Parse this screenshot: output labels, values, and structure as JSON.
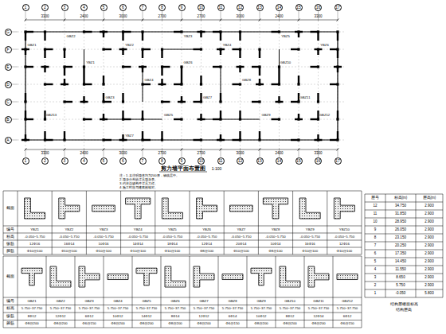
{
  "diagram": {
    "title": "剪力墙平面布置图",
    "nodes": [
      {
        "text": [
          "1"
        ]
      },
      {
        "text": [
          "2"
        ]
      },
      {
        "text": [
          "3"
        ]
      },
      {
        "text": [
          "4"
        ]
      },
      {
        "text": [
          "5"
        ]
      },
      {
        "text": [
          "6"
        ]
      },
      {
        "text": [
          "7"
        ]
      },
      {
        "text": [
          "8"
        ]
      },
      {
        "text": [
          "9"
        ]
      },
      {
        "text": [
          "10"
        ]
      },
      {
        "text": [
          "11"
        ]
      },
      {
        "text": [
          "12"
        ]
      },
      {
        "text": [
          "13"
        ]
      },
      {
        "text": [
          "14"
        ]
      },
      {
        "text": [
          "15"
        ]
      },
      {
        "text": [
          "16"
        ]
      },
      {
        "text": [
          "17"
        ]
      },
      {
        "text": [
          "1"
        ]
      },
      {
        "text": [
          "2"
        ]
      },
      {
        "text": [
          "3"
        ]
      },
      {
        "text": [
          "4"
        ]
      },
      {
        "text": [
          "5"
        ]
      },
      {
        "text": [
          "6"
        ]
      },
      {
        "text": [
          "7"
        ]
      },
      {
        "text": [
          "8"
        ]
      },
      {
        "text": [
          "9"
        ]
      },
      {
        "text": [
          "10"
        ]
      },
      {
        "text": [
          "11"
        ]
      },
      {
        "text": [
          "12"
        ]
      },
      {
        "text": [
          "13"
        ]
      },
      {
        "text": [
          "14"
        ]
      },
      {
        "text": [
          "15"
        ]
      },
      {
        "text": [
          "16"
        ]
      },
      {
        "text": [
          "17"
        ]
      },
      {
        "text": [
          "G"
        ]
      },
      {
        "text": [
          "F"
        ]
      },
      {
        "text": [
          "E"
        ]
      },
      {
        "text": [
          "D"
        ]
      },
      {
        "text": [
          "C"
        ]
      },
      {
        "text": [
          "B"
        ]
      },
      {
        "text": [
          "A"
        ]
      }
    ],
    "labels": [
      "3300",
      "2400",
      "3000",
      "2700",
      "2700",
      "3000",
      "2400",
      "3300",
      "3300",
      "2400",
      "3000",
      "2700",
      "2700",
      "3000",
      "2400",
      "3300",
      "GBZ1",
      "GBZ2",
      "YBZ1",
      "GBZ3",
      "YBZ2",
      "GBZ4",
      "GBZ5",
      "YBZ3",
      "GBZ6",
      "GBZ7",
      "YBZ4",
      "GBZ8",
      "GBZ9",
      "YBZ5",
      "GBZ10",
      "GBZ11",
      "YBZ6",
      "GBZ12",
      "GBZ13",
      "YBZ7",
      "1:100",
      "注：1.未注明墙体均为200厚，轴线居中。",
      "2.墙身分布筋详见墙身表。",
      "3.约束边缘构件详见大样。",
      "4.施工时应与建筑图核对。",
      "截面",
      "编号",
      "标高",
      "纵筋",
      "箍筋",
      "YBZ1",
      "-0.050~5.750",
      "12Φ16",
      "Φ10@100",
      "YBZ2",
      "-0.050~5.750",
      "16Φ14",
      "Φ10@100",
      "YBZ3",
      "-0.050~5.750",
      "10Φ16",
      "Φ10@100",
      "YBZ4",
      "-0.050~5.750",
      "14Φ14",
      "Φ10@100",
      "YBZ5",
      "-0.050~5.750",
      "18Φ14",
      "Φ10@100",
      "YBZ6",
      "-0.050~5.750",
      "12Φ14",
      "Φ8@100",
      "YBZ7",
      "-0.050~5.750",
      "20Φ14",
      "Φ10@100",
      "YBZ8",
      "-0.050~5.750",
      "10Φ14",
      "Φ8@100",
      "YBZ9",
      "-0.050~5.750",
      "16Φ16",
      "Φ10@100",
      "YBZ10",
      "-0.050~5.750",
      "12Φ16",
      "Φ10@100",
      "截面",
      "编号",
      "标高",
      "纵筋",
      "箍筋",
      "GBZ1",
      "5.750~37.750",
      "8Φ12",
      "Φ8@200",
      "GBZ2",
      "5.750~37.750",
      "12Φ12",
      "Φ8@200",
      "GBZ3",
      "5.750~37.750",
      "6Φ12",
      "Φ6@150",
      "GBZ4",
      "5.750~37.750",
      "10Φ12",
      "Φ8@200",
      "GBZ5",
      "5.750~37.750",
      "14Φ12",
      "Φ8@200",
      "GBZ6",
      "5.750~37.750",
      "8Φ14",
      "Φ8@200",
      "GBZ7",
      "5.750~37.750",
      "12Φ12",
      "Φ8@200",
      "GBZ8",
      "5.750~37.750",
      "6Φ14",
      "Φ6@150",
      "GBZ9",
      "5.750~37.750",
      "10Φ12",
      "Φ8@200",
      "GBZ10",
      "5.750~37.750",
      "8Φ12",
      "Φ8@200",
      "GBZ11",
      "5.750~37.750",
      "12Φ14",
      "Φ8@200",
      "GBZ12",
      "5.750~37.750",
      "6Φ12",
      "Φ6@150",
      "层号",
      "标高(m)",
      "层高(m)",
      "12",
      "34.750",
      "2.900",
      "11",
      "31.850",
      "2.900",
      "10",
      "28.950",
      "2.900",
      "9",
      "26.050",
      "2.900",
      "8",
      "23.150",
      "2.900",
      "7",
      "20.250",
      "2.900",
      "6",
      "17.350",
      "2.900",
      "5",
      "14.450",
      "2.900",
      "4",
      "11.550",
      "2.900",
      "3",
      "8.650",
      "2.900",
      "2",
      "5.750",
      "2.900",
      "1",
      "-0.050",
      "5.800",
      "结构层楼面标高",
      "结构层高"
    ]
  }
}
